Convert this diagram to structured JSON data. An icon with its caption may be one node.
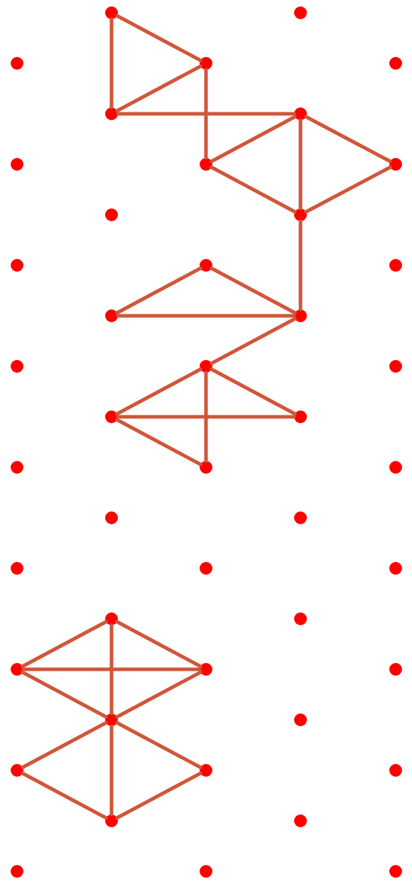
{
  "diagram": {
    "nodes": [
      {
        "text": [],
        "shape": "circle"
      },
      {
        "text": [],
        "shape": "circle"
      },
      {
        "text": [],
        "shape": "circle"
      },
      {
        "text": [],
        "shape": "circle"
      },
      {
        "text": [],
        "shape": "circle"
      },
      {
        "text": [],
        "shape": "circle"
      },
      {
        "text": [],
        "shape": "circle"
      },
      {
        "text": [],
        "shape": "circle"
      },
      {
        "text": [],
        "shape": "circle"
      },
      {
        "text": [],
        "shape": "circle"
      },
      {
        "text": [],
        "shape": "circle"
      },
      {
        "text": [],
        "shape": "circle"
      },
      {
        "text": [],
        "shape": "circle"
      },
      {
        "text": [],
        "shape": "circle"
      },
      {
        "text": [],
        "shape": "circle"
      },
      {
        "text": [],
        "shape": "circle"
      },
      {
        "text": [],
        "shape": "circle"
      },
      {
        "text": [],
        "shape": "circle"
      },
      {
        "text": [],
        "shape": "circle"
      },
      {
        "text": [],
        "shape": "circle"
      },
      {
        "text": [],
        "shape": "circle"
      },
      {
        "text": [],
        "shape": "circle"
      },
      {
        "text": [],
        "shape": "circle"
      },
      {
        "text": [],
        "shape": "circle"
      },
      {
        "text": [],
        "shape": "circle"
      },
      {
        "text": [],
        "shape": "circle"
      },
      {
        "text": [],
        "shape": "circle"
      },
      {
        "text": [],
        "shape": "circle"
      },
      {
        "text": [],
        "shape": "circle"
      },
      {
        "text": [],
        "shape": "circle"
      },
      {
        "text": [],
        "shape": "circle"
      },
      {
        "text": [],
        "shape": "circle"
      },
      {
        "text": [],
        "shape": "circle"
      },
      {
        "text": [],
        "shape": "circle"
      },
      {
        "text": [],
        "shape": "circle"
      },
      {
        "text": [],
        "shape": "circle"
      },
      {
        "text": [],
        "shape": "circle"
      },
      {
        "text": [],
        "shape": "circle"
      },
      {
        "text": [],
        "shape": "circle"
      },
      {
        "text": [],
        "shape": "circle"
      },
      {
        "text": [],
        "shape": "circle"
      },
      {
        "text": [],
        "shape": "circle"
      },
      {
        "text": [],
        "shape": "circle"
      },
      {
        "text": [],
        "shape": "circle"
      },
      {
        "text": [],
        "shape": "circle"
      }
    ],
    "edges": [
      {
        "from": 0,
        "to": 5,
        "arrow": "none"
      },
      {
        "from": 0,
        "to": 3,
        "arrow": "none"
      },
      {
        "from": 3,
        "to": 5,
        "arrow": "none"
      },
      {
        "from": 3,
        "to": 8,
        "arrow": "none"
      },
      {
        "from": 5,
        "to": 6,
        "arrow": "none"
      },
      {
        "from": 6,
        "to": 8,
        "arrow": "none"
      },
      {
        "from": 6,
        "to": 9,
        "arrow": "none"
      },
      {
        "from": 6,
        "to": 11,
        "arrow": "none"
      },
      {
        "from": 8,
        "to": 11,
        "arrow": "none"
      },
      {
        "from": 9,
        "to": 11,
        "arrow": "none"
      },
      {
        "from": 11,
        "to": 16,
        "arrow": "none"
      },
      {
        "from": 13,
        "to": 15,
        "arrow": "none"
      },
      {
        "from": 13,
        "to": 16,
        "arrow": "none"
      },
      {
        "from": 15,
        "to": 16,
        "arrow": "none"
      },
      {
        "from": 16,
        "to": 18,
        "arrow": "none"
      },
      {
        "from": 18,
        "to": 20,
        "arrow": "none"
      },
      {
        "from": 18,
        "to": 21,
        "arrow": "none"
      },
      {
        "from": 18,
        "to": 23,
        "arrow": "none"
      },
      {
        "from": 20,
        "to": 21,
        "arrow": "none"
      },
      {
        "from": 20,
        "to": 23,
        "arrow": "none"
      },
      {
        "from": 30,
        "to": 32,
        "arrow": "none"
      },
      {
        "from": 30,
        "to": 33,
        "arrow": "none"
      },
      {
        "from": 30,
        "to": 35,
        "arrow": "none"
      },
      {
        "from": 32,
        "to": 33,
        "arrow": "none"
      },
      {
        "from": 32,
        "to": 35,
        "arrow": "none"
      },
      {
        "from": 33,
        "to": 35,
        "arrow": "none"
      },
      {
        "from": 35,
        "to": 37,
        "arrow": "none"
      },
      {
        "from": 35,
        "to": 38,
        "arrow": "none"
      },
      {
        "from": 35,
        "to": 40,
        "arrow": "none"
      },
      {
        "from": 37,
        "to": 40,
        "arrow": "none"
      },
      {
        "from": 38,
        "to": 40,
        "arrow": "none"
      }
    ]
  }
}
